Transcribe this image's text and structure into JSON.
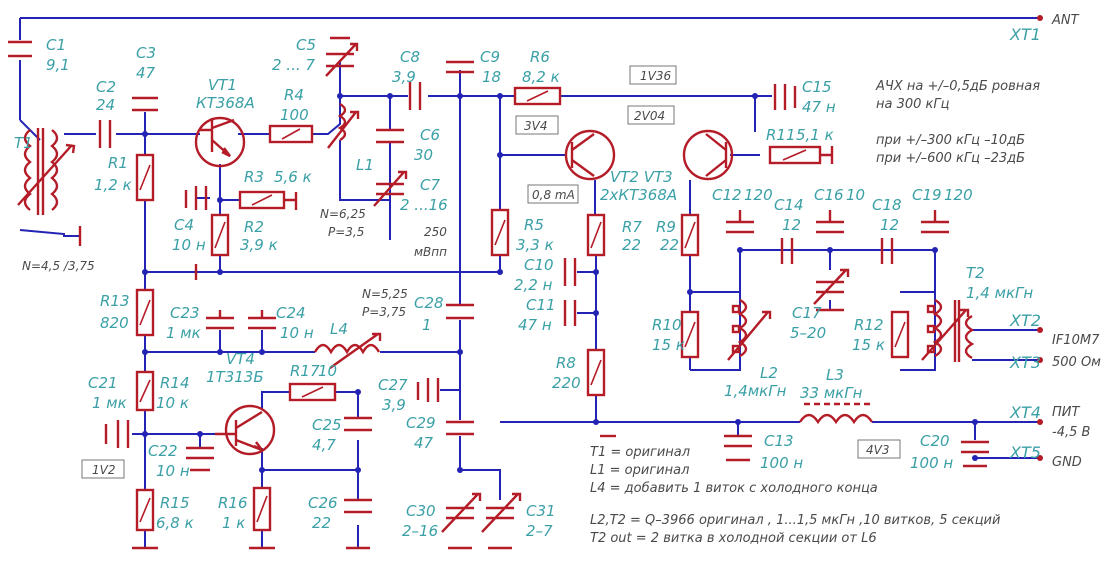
{
  "title_labels": {
    "ant": "ANT",
    "xt1": "XT1",
    "xt2": "XT2",
    "xt3": "XT3",
    "xt4": "XT4",
    "xt5": "XT5",
    "if": "IF10M7",
    "ohm": "500 Ом",
    "pwr": "ПИТ",
    "pwr_v": "-4,5 В",
    "gnd": "GND"
  },
  "components": {
    "C1": {
      "ref": "C1",
      "val": "9,1"
    },
    "C2": {
      "ref": "C2",
      "val": "24"
    },
    "C3": {
      "ref": "C3",
      "val": "47"
    },
    "T1": {
      "ref": "T1"
    },
    "VT1": {
      "ref": "VT1",
      "type": "КТ368А"
    },
    "R4": {
      "ref": "R4",
      "val": "100"
    },
    "C5": {
      "ref": "C5",
      "val": "2 ... 7"
    },
    "C8": {
      "ref": "C8",
      "val": "3,9"
    },
    "C9": {
      "ref": "C9",
      "val": "18"
    },
    "R6": {
      "ref": "R6",
      "val": "8,2 к"
    },
    "C15": {
      "ref": "C15",
      "val": "47 н"
    },
    "R11": {
      "ref": "R11",
      "val": "5,1 к"
    },
    "R1": {
      "ref": "R1",
      "val": "1,2 к"
    },
    "R3": {
      "ref": "R3",
      "val": "5,6 к"
    },
    "C4": {
      "ref": "C4",
      "val": "10 н"
    },
    "R2": {
      "ref": "R2",
      "val": "3,9 к"
    },
    "C6": {
      "ref": "C6",
      "val": "30"
    },
    "L1": {
      "ref": "L1"
    },
    "C7": {
      "ref": "C7",
      "val": "2 ...16"
    },
    "VT2": {
      "ref": "VT2 VT3",
      "type": "2xКТ368А"
    },
    "R5": {
      "ref": "R5",
      "val": "3,3 к"
    },
    "R7": {
      "ref": "R7",
      "val": "22"
    },
    "R9": {
      "ref": "R9",
      "val": "22"
    },
    "C10": {
      "ref": "C10",
      "val": "2,2 н"
    },
    "C11": {
      "ref": "C11",
      "val": "47 н"
    },
    "R8": {
      "ref": "R8",
      "val": "220"
    },
    "C12": {
      "ref": "C12",
      "val": "120"
    },
    "C14": {
      "ref": "C14",
      "val": "12"
    },
    "C16": {
      "ref": "C16",
      "val": "10"
    },
    "C18": {
      "ref": "C18",
      "val": "12"
    },
    "C19": {
      "ref": "C19",
      "val": "120"
    },
    "C17": {
      "ref": "C17",
      "val": "5–20"
    },
    "T2": {
      "ref": "T2",
      "val": "1,4 мкГн"
    },
    "R10": {
      "ref": "R10",
      "val": "15 к"
    },
    "L2": {
      "ref": "L2",
      "val": "1,4мкГн"
    },
    "R12": {
      "ref": "R12",
      "val": "15 к"
    },
    "L3": {
      "ref": "L3",
      "val": "33 мкГн"
    },
    "C13": {
      "ref": "C13",
      "val": "100 н"
    },
    "C20": {
      "ref": "C20",
      "val": "100 н"
    },
    "R13": {
      "ref": "R13",
      "val": "820"
    },
    "C23": {
      "ref": "C23",
      "val": "1 мк"
    },
    "C24": {
      "ref": "C24",
      "val": "10 н"
    },
    "L4": {
      "ref": "L4"
    },
    "C28": {
      "ref": "C28",
      "val": "1"
    },
    "VT4": {
      "ref": "VT4",
      "type": "1Т313Б"
    },
    "R17": {
      "ref": "R17",
      "val": "10"
    },
    "C27": {
      "ref": "C27",
      "val": "3,9"
    },
    "C21": {
      "ref": "C21",
      "val": "1 мк"
    },
    "R14": {
      "ref": "R14",
      "val": "10 к"
    },
    "C22": {
      "ref": "C22",
      "val": "10 н"
    },
    "C25": {
      "ref": "C25",
      "val": "4,7"
    },
    "C29": {
      "ref": "C29",
      "val": "47"
    },
    "R15": {
      "ref": "R15",
      "val": "6,8 к"
    },
    "R16": {
      "ref": "R16",
      "val": "1 к"
    },
    "C26": {
      "ref": "C26",
      "val": "22"
    },
    "C30": {
      "ref": "C30",
      "val": "2–16"
    },
    "C31": {
      "ref": "C31",
      "val": "2–7"
    }
  },
  "coil_params": {
    "t1": "N=4,5 /3,75",
    "l1_n": "N=6,25",
    "l1_p": "P=3,5",
    "l4_n": "N=5,25",
    "l4_p": "P=3,75"
  },
  "measurements": {
    "v1": "1V36",
    "v2": "2V04",
    "v3": "3V4",
    "v4": "1V2",
    "v5": "4V3",
    "current": "0,8 mA",
    "amp": "250",
    "amp_unit": "мВпп"
  },
  "notes": {
    "afc1": "АЧХ на +/–0,5дБ ровная",
    "afc2": "на 300 кГц",
    "afc3": "при +/–300 кГц –10дБ",
    "afc4": "при +/–600 кГц –23дБ",
    "n1": "Т1  = оригинал",
    "n2": "L1  = оригинал",
    "n3": "L4  = добавить 1 виток с холодного конца",
    "n4": "L2,T2 = Q–3966 оригинал  ,  1...1,5 мкГн ,10 витков, 5 секций",
    "n5": "Т2 out = 2 витка в холодной секции от L6"
  },
  "colors": {
    "wire": "#2323b4",
    "component": "#b41c28",
    "label": "#3aa0a6",
    "note": "#4a4a4a"
  }
}
